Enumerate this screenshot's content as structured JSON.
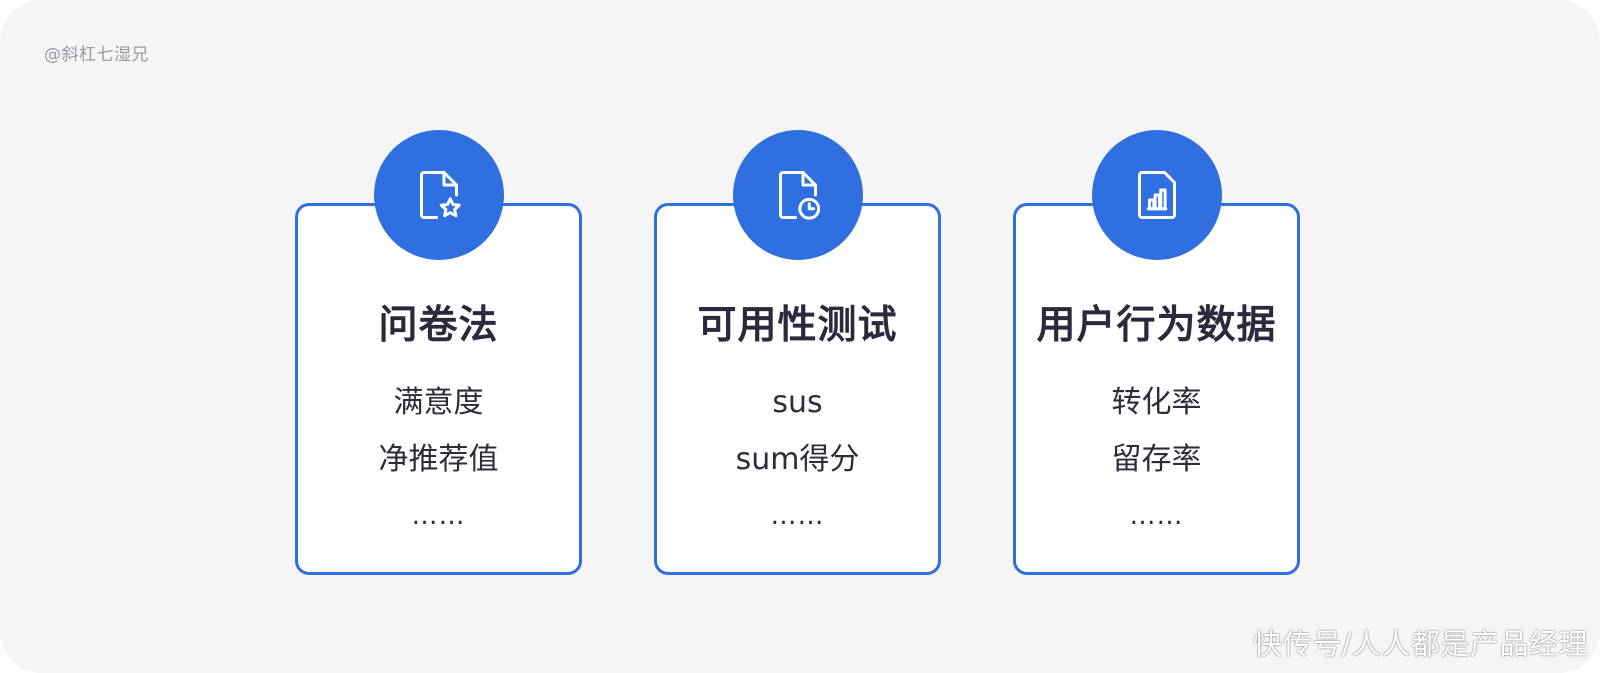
{
  "watermark": "@斜杠七湿兄",
  "footer_watermark": "快传号/人人都是产品经理",
  "colors": {
    "accent": "#2f6fe0",
    "card_background": "#ffffff",
    "page_background": "#f5f5f6",
    "title_text": "#2a2a3c",
    "body_text": "#2d2d3a"
  },
  "cards": [
    {
      "icon": "document-star-icon",
      "title": "问卷法",
      "items": [
        "满意度",
        "净推荐值"
      ],
      "ellipsis": "……"
    },
    {
      "icon": "document-clock-icon",
      "title": "可用性测试",
      "items": [
        "sus",
        "sum得分"
      ],
      "ellipsis": "……"
    },
    {
      "icon": "document-chart-icon",
      "title": "用户行为数据",
      "items": [
        "转化率",
        "留存率"
      ],
      "ellipsis": "……"
    }
  ]
}
